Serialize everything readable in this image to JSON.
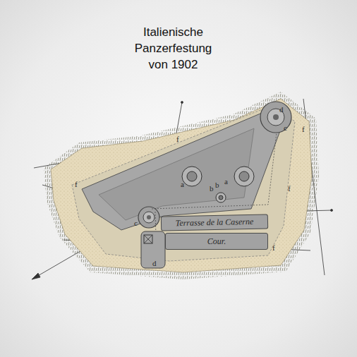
{
  "diagram": {
    "title": "Italienische Panzerfestung von 1902",
    "nodes": [
      {
        "text": [
          "Terrasse de la Caserne"
        ]
      },
      {
        "text": [
          "Cour."
        ]
      }
    ],
    "labels": [
      "d",
      "c",
      "f",
      "f",
      "a",
      "b",
      "b",
      "a",
      "c",
      "f",
      "d",
      "f",
      "f"
    ]
  }
}
